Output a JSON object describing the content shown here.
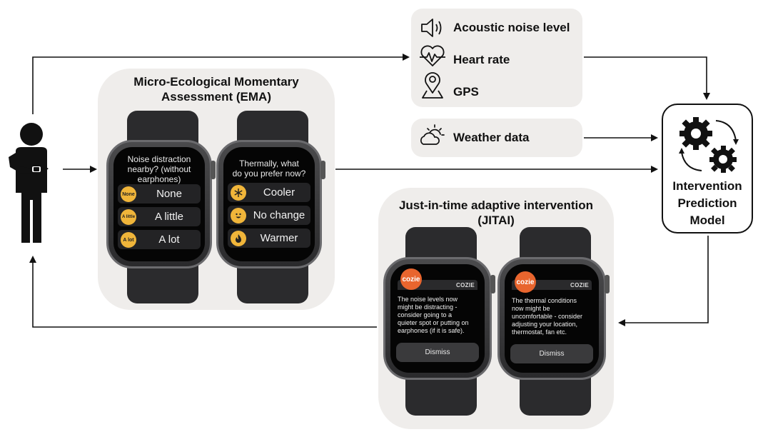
{
  "ema": {
    "title": "Micro-Ecological Momentary Assessment (EMA)",
    "title_line1": "Micro-Ecological Momentary",
    "title_line2": "Assessment (EMA)",
    "watch1": {
      "question_line1": "Noise distraction",
      "question_line2": "nearby? (without",
      "question_line3": "earphones)",
      "options": [
        {
          "icon_text": "None",
          "label": "None"
        },
        {
          "icon_text": "A little",
          "label": "A little"
        },
        {
          "icon_text": "A lot",
          "label": "A lot"
        }
      ]
    },
    "watch2": {
      "question_line1": "Thermally, what",
      "question_line2": "do you prefer now?",
      "options": [
        {
          "icon": "snowflake-icon",
          "label": "Cooler"
        },
        {
          "icon": "smiley-icon",
          "label": "No change"
        },
        {
          "icon": "flame-icon",
          "label": "Warmer"
        }
      ]
    }
  },
  "jitai": {
    "title_line1": "Just-in-time adaptive intervention",
    "title_line2": "(JITAI)",
    "watch1": {
      "logo": "cozie",
      "tag": "COZIE",
      "message": "The noise levels now might be distracting - consider going to a quieter spot or putting on earphones (if it is safe).",
      "lines": [
        "The noise levels now",
        "might be distracting -",
        "consider going to a",
        "quieter spot or putting on",
        "earphones (if it is safe)."
      ],
      "dismiss": "Dismiss"
    },
    "watch2": {
      "logo": "cozie",
      "tag": "COZIE",
      "message": "The thermal conditions now might be uncomfortable - consider adjusting your location, thermostat, fan etc.",
      "lines": [
        "The thermal conditions",
        "now might be",
        "uncomfortable - consider",
        "adjusting your location,",
        "thermostat, fan etc."
      ],
      "dismiss": "Dismiss"
    }
  },
  "sensors": [
    {
      "icon": "speaker-icon",
      "label": "Acoustic noise level"
    },
    {
      "icon": "heart-rate-icon",
      "label": "Heart rate"
    },
    {
      "icon": "location-pin-icon",
      "label": "GPS"
    }
  ],
  "weather": {
    "icon": "cloud-sun-icon",
    "label": "Weather data"
  },
  "model": {
    "line1": "Intervention",
    "line2": "Prediction",
    "line3": "Model",
    "icon": "gears-icon"
  },
  "colors": {
    "panel": "#efedeb",
    "accent": "#f0b53a",
    "cozie": "#e8652e"
  }
}
